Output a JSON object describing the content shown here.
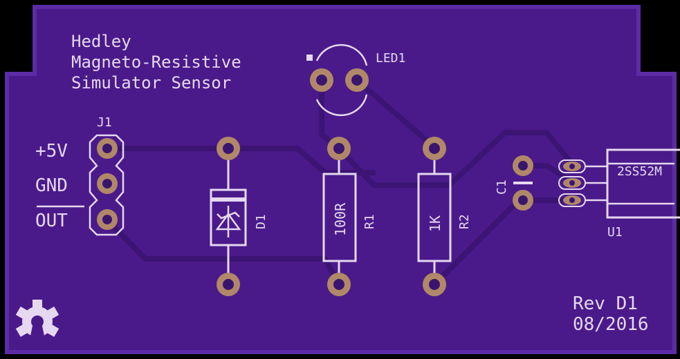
{
  "board": {
    "title_lines": [
      "Hedley",
      "Magneto-Resistive",
      "Simulator Sensor"
    ],
    "revision": "Rev D1",
    "date": "08/2016",
    "colors": {
      "background": "#000000",
      "board": "#4a1a8a",
      "board_edge": "#5a2aa0",
      "trace": "#3e1578",
      "silkscreen": "#e6d8f0",
      "copper_pad": "#b08868",
      "hole": "#3a1570"
    }
  },
  "components": {
    "j1": {
      "ref": "J1",
      "pins": [
        "+5V",
        "GND",
        "OUT"
      ]
    },
    "d1": {
      "ref": "D1"
    },
    "r1": {
      "ref": "R1",
      "value": "100R"
    },
    "r2": {
      "ref": "R2",
      "value": "1K"
    },
    "c1": {
      "ref": "C1"
    },
    "led1": {
      "ref": "LED1"
    },
    "u1": {
      "ref": "U1",
      "value": "2SS52M"
    }
  },
  "logo": {
    "icon": "oshw-gear-icon"
  }
}
